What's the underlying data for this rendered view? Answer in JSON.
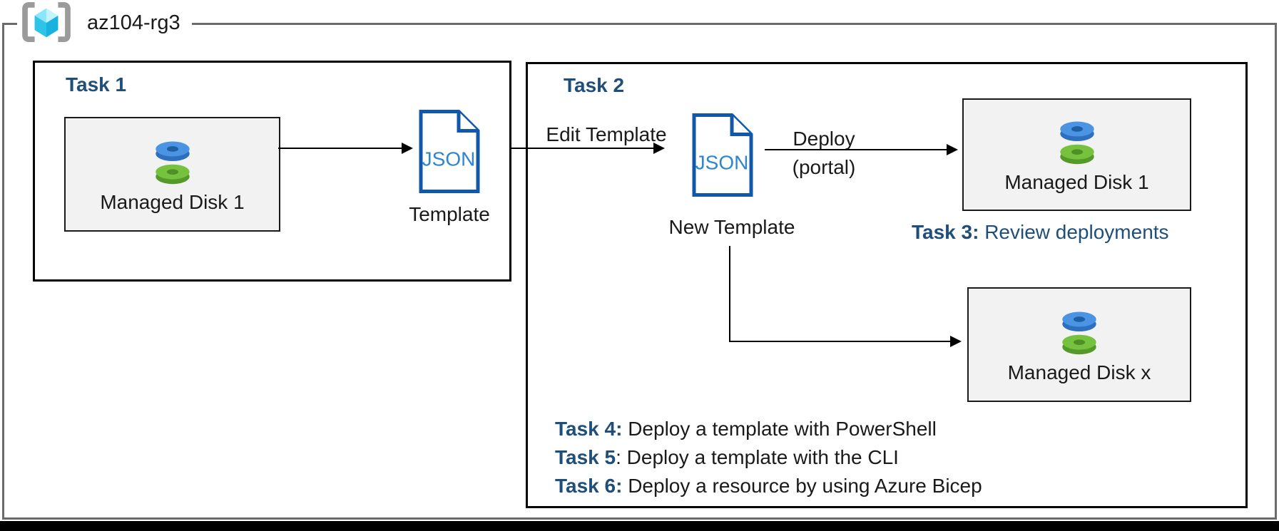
{
  "resource_group": {
    "name": "az104-rg3"
  },
  "task1": {
    "title": "Task 1",
    "disk_label": "Managed Disk 1",
    "template_doc_text": "JSON",
    "template_label": "Template"
  },
  "task2": {
    "title": "Task 2",
    "edit_arrow_label": "Edit Template",
    "template_doc_text": "JSON",
    "template_label": "New Template",
    "deploy_label": "Deploy",
    "deploy_sublabel": "(portal)",
    "managed_disk_1_label": "Managed Disk 1",
    "managed_disk_x_label": "Managed Disk x",
    "task3_prefix": "Task 3:",
    "task3_text": " Review deployments",
    "task_list": [
      {
        "prefix": "Task 4:",
        "text": " Deploy a template with PowerShell"
      },
      {
        "prefix": "Task 5",
        "text": ": Deploy a template with the CLI"
      },
      {
        "prefix": "Task 6:",
        "text": " Deploy a resource by using Azure Bicep"
      }
    ]
  },
  "colors": {
    "navy": "#1F4E79",
    "rg-border": "#6B6B6B",
    "panel-fill": "#F2F2F2",
    "panel-border": "#1a1a1a",
    "json-border": "#1159A8",
    "json-text": "#2E86D0",
    "arrow": "#000000",
    "text": "#1a1a1a",
    "bracket-gray": "#9B9B9B",
    "cube-top-left": "#8AE6FA",
    "cube-top-right": "#C2F3FF",
    "cube-bottom-left": "#2EC4E9",
    "cube-bottom-right": "#18B2DF",
    "disk-blue-top": "#4B94E4",
    "disk-blue-side": "#2E6FBE",
    "disk-blue-hole": "#1E5FA4",
    "disk-green-top": "#76C23E",
    "disk-green-side": "#55992B",
    "disk-green-hole": "#4E8F27"
  }
}
